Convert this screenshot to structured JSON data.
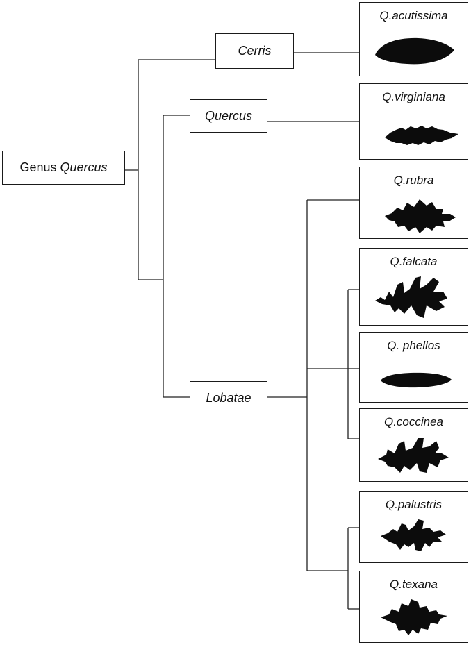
{
  "root": {
    "prefix": "Genus ",
    "name": "Quercus"
  },
  "sections": [
    {
      "id": "cerris",
      "label": "Cerris"
    },
    {
      "id": "quercus",
      "label": "Quercus"
    },
    {
      "id": "lobatae",
      "label": "Lobatae"
    }
  ],
  "species": [
    {
      "id": "acutissima",
      "label": "Q.acutissima",
      "section": "Cerris",
      "leaf": "lanceolate"
    },
    {
      "id": "virginiana",
      "label": "Q.virginiana",
      "section": "Quercus",
      "leaf": "wavy-elliptic"
    },
    {
      "id": "rubra",
      "label": "Q.rubra",
      "section": "Lobatae",
      "leaf": "shallow-lobed"
    },
    {
      "id": "falcata",
      "label": "Q.falcata",
      "section": "Lobatae",
      "leaf": "deep-lobed"
    },
    {
      "id": "phellos",
      "label": "Q. phellos",
      "section": "Lobatae",
      "leaf": "narrow-entire"
    },
    {
      "id": "coccinea",
      "label": "Q.coccinea",
      "section": "Lobatae",
      "leaf": "deep-lobed"
    },
    {
      "id": "palustris",
      "label": "Q.palustris",
      "section": "Lobatae",
      "leaf": "deep-lobed"
    },
    {
      "id": "texana",
      "label": "Q.texana",
      "section": "Lobatae",
      "leaf": "deep-lobed"
    }
  ]
}
